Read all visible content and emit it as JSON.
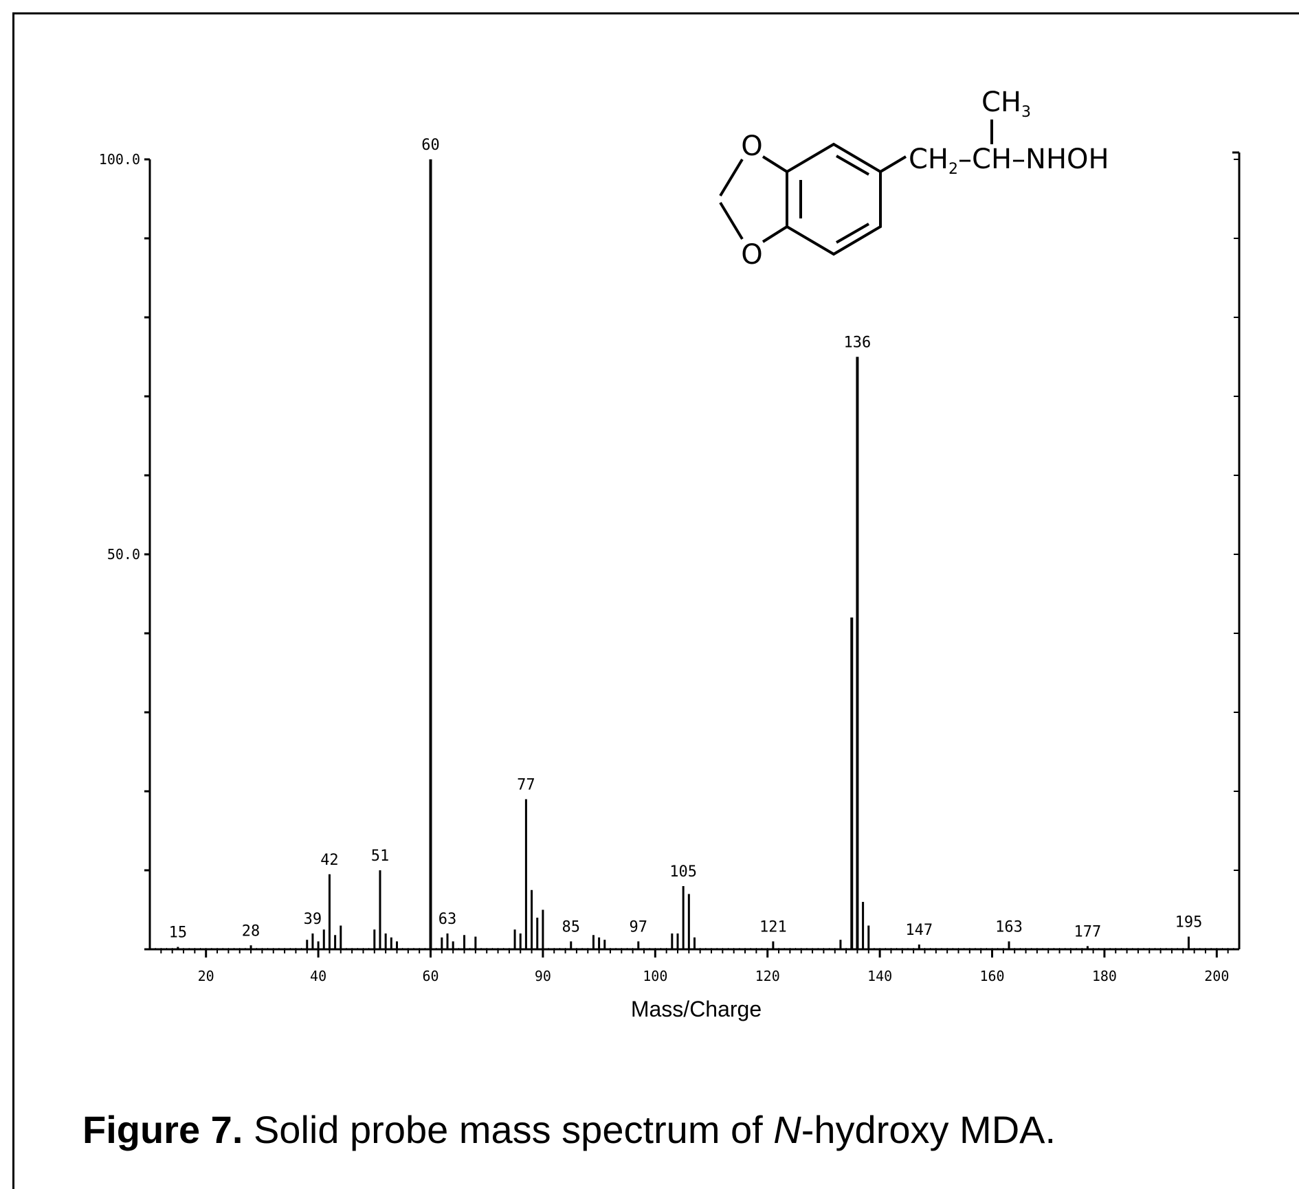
{
  "chart_data": {
    "type": "bar",
    "xlabel": "Mass/Charge",
    "ylabel": "",
    "xlim": [
      10,
      204
    ],
    "ylim": [
      0,
      100
    ],
    "x_ticks": [
      20,
      40,
      60,
      80,
      100,
      120,
      140,
      160,
      180,
      200
    ],
    "x_tick_labels": [
      "20",
      "40",
      "60",
      "90",
      "100",
      "120",
      "140",
      "160",
      "180",
      "200"
    ],
    "y_tick_labels": [
      {
        "value": 100,
        "label": "100.0"
      },
      {
        "value": 50,
        "label": "50.0"
      }
    ],
    "peaks": [
      {
        "mz": 15,
        "intensity": 0.3
      },
      {
        "mz": 28,
        "intensity": 0.5
      },
      {
        "mz": 38,
        "intensity": 1.2
      },
      {
        "mz": 39,
        "intensity": 2.0
      },
      {
        "mz": 40,
        "intensity": 1.0
      },
      {
        "mz": 41,
        "intensity": 2.5
      },
      {
        "mz": 42,
        "intensity": 9.5
      },
      {
        "mz": 43,
        "intensity": 1.8
      },
      {
        "mz": 44,
        "intensity": 3.0
      },
      {
        "mz": 50,
        "intensity": 2.5
      },
      {
        "mz": 51,
        "intensity": 10.0
      },
      {
        "mz": 52,
        "intensity": 2.0
      },
      {
        "mz": 53,
        "intensity": 1.5
      },
      {
        "mz": 54,
        "intensity": 1.0
      },
      {
        "mz": 60,
        "intensity": 100.0
      },
      {
        "mz": 62,
        "intensity": 1.5
      },
      {
        "mz": 63,
        "intensity": 2.0
      },
      {
        "mz": 64,
        "intensity": 1.0
      },
      {
        "mz": 66,
        "intensity": 1.8
      },
      {
        "mz": 68,
        "intensity": 1.6
      },
      {
        "mz": 75,
        "intensity": 2.5
      },
      {
        "mz": 76,
        "intensity": 2.0
      },
      {
        "mz": 77,
        "intensity": 19.0
      },
      {
        "mz": 78,
        "intensity": 7.5
      },
      {
        "mz": 79,
        "intensity": 4.0
      },
      {
        "mz": 80,
        "intensity": 5.0
      },
      {
        "mz": 85,
        "intensity": 1.0
      },
      {
        "mz": 89,
        "intensity": 1.8
      },
      {
        "mz": 90,
        "intensity": 1.5
      },
      {
        "mz": 91,
        "intensity": 1.2
      },
      {
        "mz": 97,
        "intensity": 1.0
      },
      {
        "mz": 103,
        "intensity": 2.0
      },
      {
        "mz": 104,
        "intensity": 2.0
      },
      {
        "mz": 105,
        "intensity": 8.0
      },
      {
        "mz": 106,
        "intensity": 7.0
      },
      {
        "mz": 107,
        "intensity": 1.5
      },
      {
        "mz": 121,
        "intensity": 1.0
      },
      {
        "mz": 133,
        "intensity": 1.2
      },
      {
        "mz": 135,
        "intensity": 42.0
      },
      {
        "mz": 136,
        "intensity": 75.0
      },
      {
        "mz": 137,
        "intensity": 6.0
      },
      {
        "mz": 138,
        "intensity": 3.0
      },
      {
        "mz": 147,
        "intensity": 0.6
      },
      {
        "mz": 163,
        "intensity": 1.0
      },
      {
        "mz": 177,
        "intensity": 0.4
      },
      {
        "mz": 195,
        "intensity": 1.6
      }
    ],
    "annotations": [
      {
        "mz": 15,
        "label": "15"
      },
      {
        "mz": 28,
        "label": "28"
      },
      {
        "mz": 39,
        "label": "39"
      },
      {
        "mz": 42,
        "label": "42"
      },
      {
        "mz": 51,
        "label": "51"
      },
      {
        "mz": 60,
        "label": "60"
      },
      {
        "mz": 63,
        "label": "63"
      },
      {
        "mz": 77,
        "label": "77"
      },
      {
        "mz": 85,
        "label": "85"
      },
      {
        "mz": 97,
        "label": "97"
      },
      {
        "mz": 105,
        "label": "105"
      },
      {
        "mz": 121,
        "label": "121"
      },
      {
        "mz": 136,
        "label": "136"
      },
      {
        "mz": 147,
        "label": "147"
      },
      {
        "mz": 163,
        "label": "163"
      },
      {
        "mz": 177,
        "label": "177"
      },
      {
        "mz": 195,
        "label": "195"
      }
    ],
    "grid": false,
    "bar_color": "#000000"
  },
  "structure": {
    "top_group": "CH",
    "top_group_sub": "3",
    "chain_ch2": "CH",
    "chain_ch2_sub": "2",
    "chain_ch": "CH",
    "chain_end": "NHOH",
    "oxygen_top": "O",
    "oxygen_bottom": "O"
  },
  "caption": {
    "label": "Figure 7.",
    "text_before": "Solid probe mass spectrum of",
    "italic": "N",
    "text_after": "-hydroxy MDA."
  }
}
